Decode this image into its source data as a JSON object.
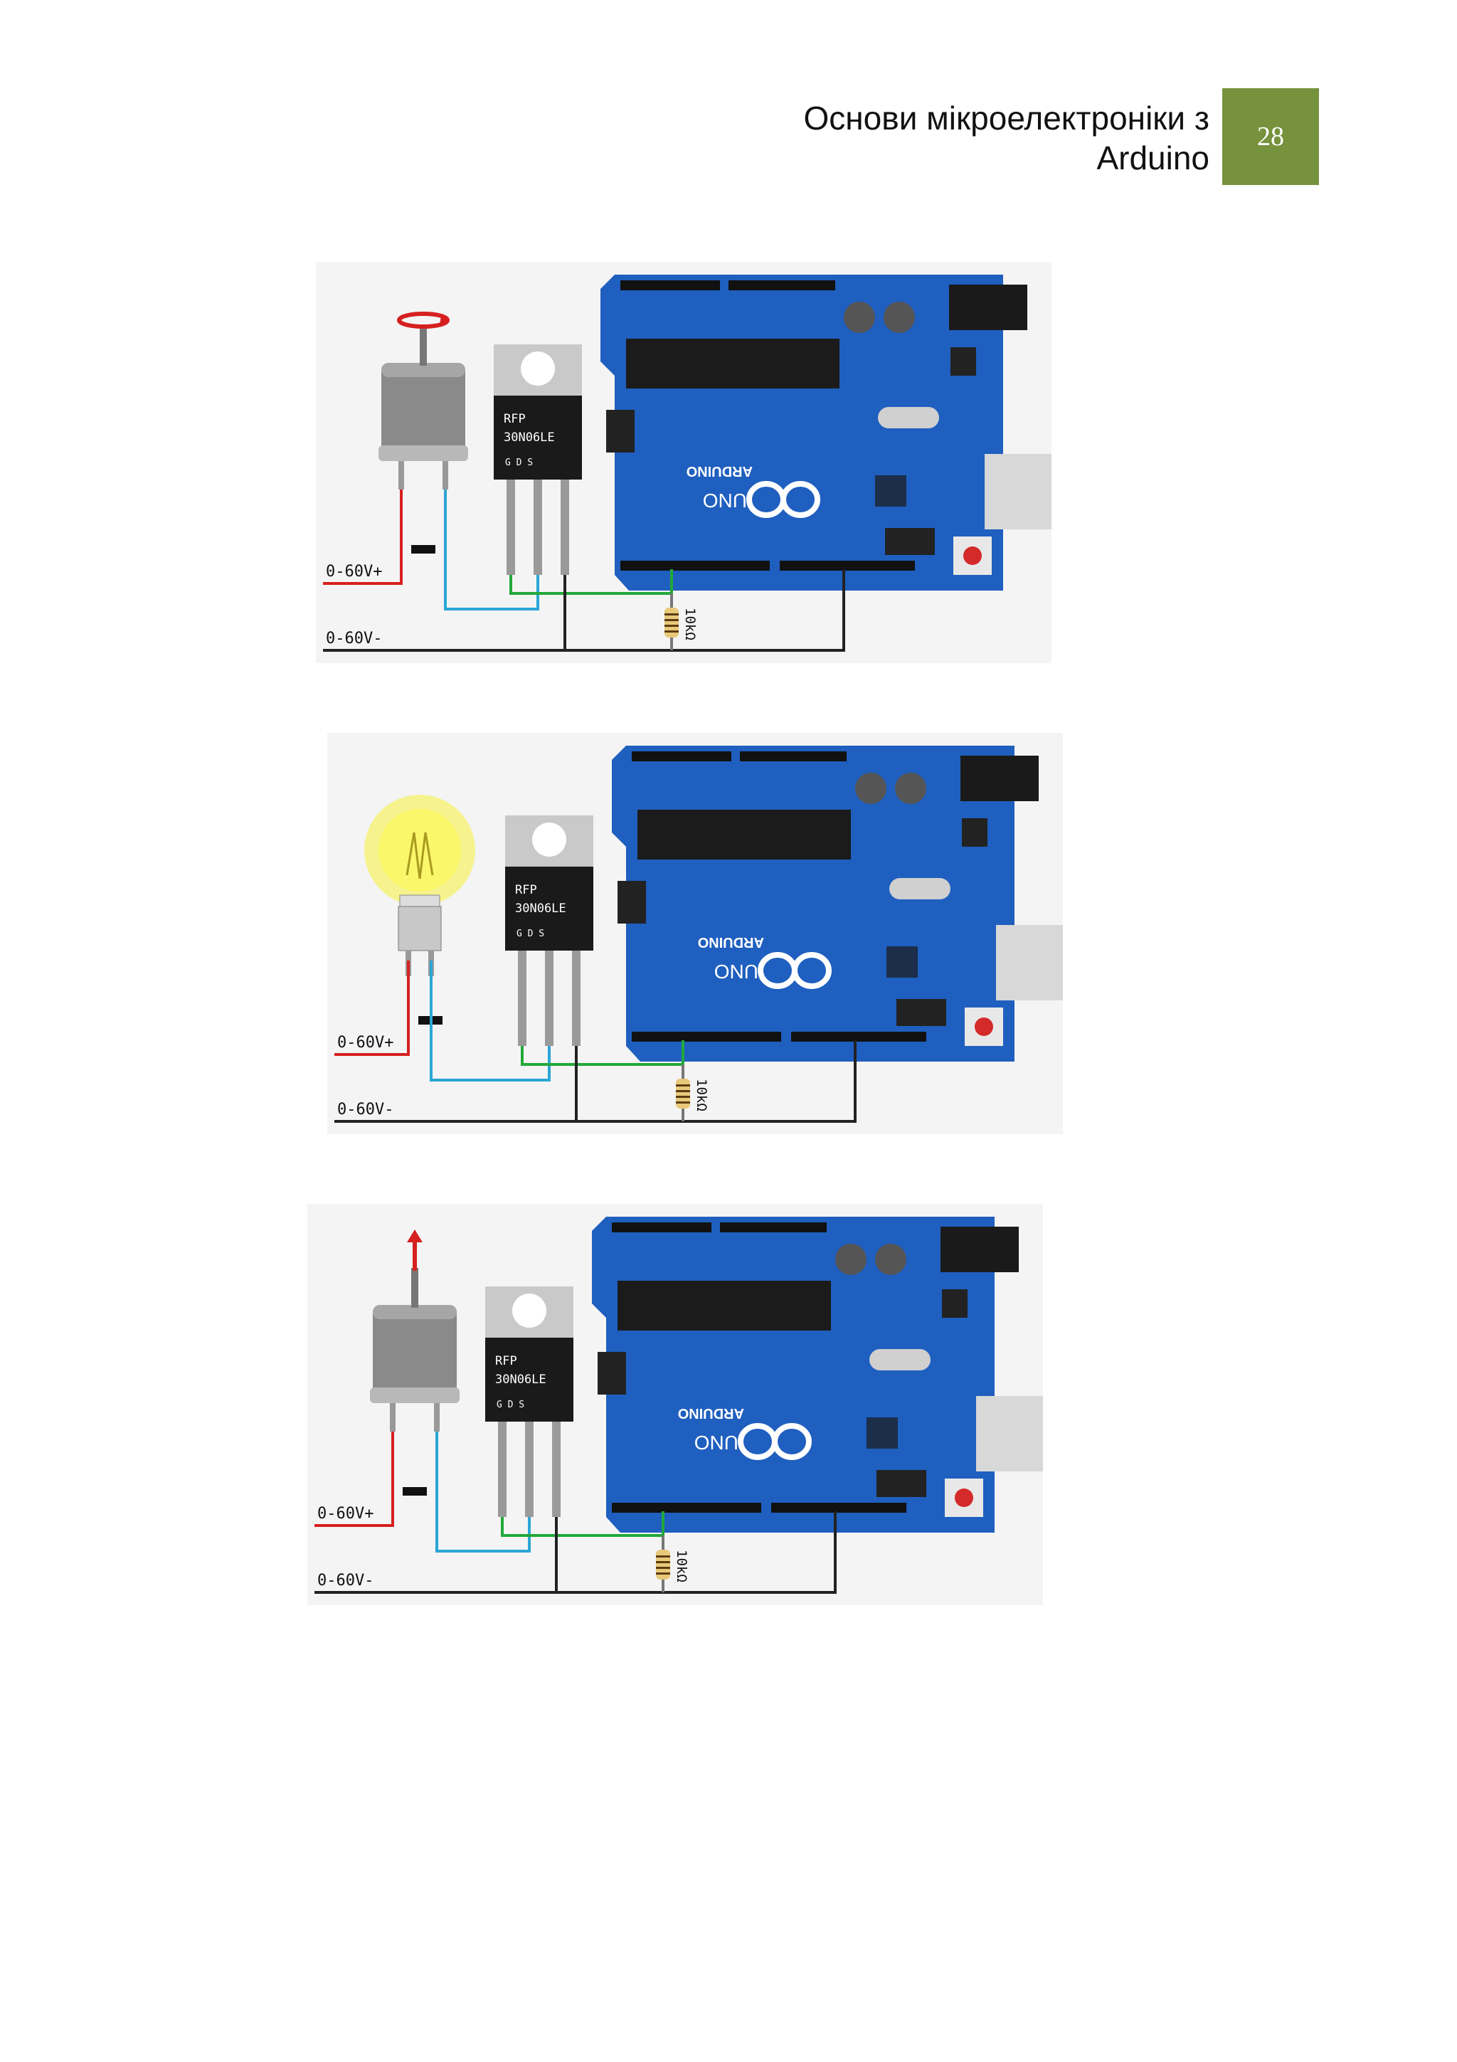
{
  "header": {
    "title_line1": "Основи мікроелектроніки з",
    "title_line2": "Arduino",
    "page_number": "28"
  },
  "figures": [
    {
      "load": "motor",
      "supply_plus": "0-60V+",
      "supply_minus": "0-60V-",
      "resistor": "10kΩ",
      "mosfet_line1": "RFP",
      "mosfet_line2": "30N06LE",
      "mosfet_pins": "G  D  S",
      "board_brand": "ARDUINO",
      "board_model": "UNO"
    },
    {
      "load": "lamp",
      "supply_plus": "0-60V+",
      "supply_minus": "0-60V-",
      "resistor": "10kΩ",
      "mosfet_line1": "RFP",
      "mosfet_line2": "30N06LE",
      "mosfet_pins": "G  D  S",
      "board_brand": "ARDUINO",
      "board_model": "UNO"
    },
    {
      "load": "actuator",
      "supply_plus": "0-60V+",
      "supply_minus": "0-60V-",
      "resistor": "10kΩ",
      "mosfet_line1": "RFP",
      "mosfet_line2": "30N06LE",
      "mosfet_pins": "G  D  S",
      "board_brand": "ARDUINO",
      "board_model": "UNO"
    }
  ],
  "colors": {
    "accent": "#76923c",
    "board": "#1f5fbf",
    "wire_red": "#d62020",
    "wire_blue": "#2aa6d6",
    "wire_green": "#22a83a",
    "wire_black": "#222222"
  }
}
